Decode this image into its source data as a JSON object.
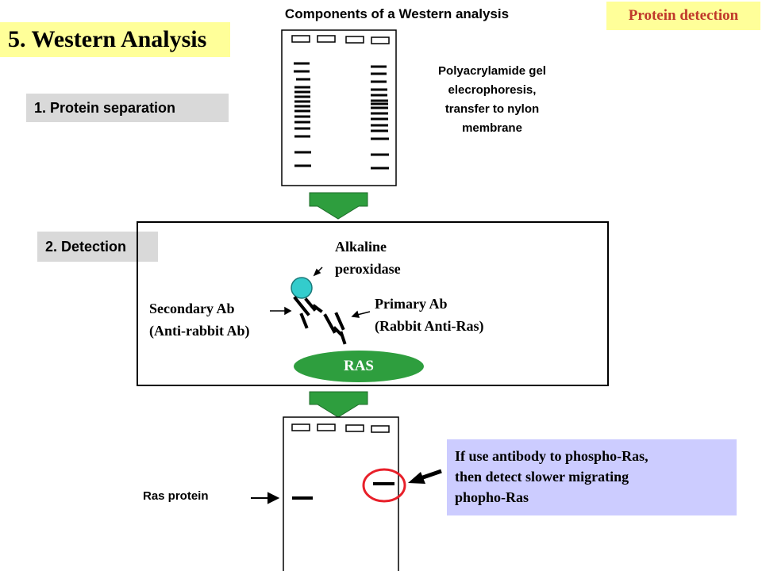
{
  "header": {
    "title": "5. Western Analysis",
    "tag": "Protein detection",
    "diagram_title": "Components of a Western analysis"
  },
  "steps": {
    "step1": "1. Protein separation",
    "step2": "2. Detection"
  },
  "gel": {
    "caption_lines": [
      "Polyacrylamide gel",
      "elecrophoresis,",
      "transfer to nylon",
      "membrane"
    ]
  },
  "detection": {
    "enzyme_lines": [
      "Alkaline",
      "peroxidase"
    ],
    "secondary_lines": [
      "Secondary Ab",
      "(Anti-rabbit Ab)"
    ],
    "primary_lines": [
      "Primary Ab",
      "(Rabbit Anti-Ras)"
    ],
    "antigen": "RAS"
  },
  "result": {
    "ras_label": "Ras protein",
    "note_lines": [
      "If use antibody to phospho-Ras,",
      "then detect slower migrating",
      "phopho-Ras"
    ]
  },
  "colors": {
    "highlight_yellow": "#ffff99",
    "step_gray": "#d9d9d9",
    "arrow_green": "#2e9e3e",
    "ras_green": "#2e9e3e",
    "enzyme_cyan": "#33cccc",
    "circle_red": "#e8202a",
    "note_lavender": "#ccccff"
  }
}
